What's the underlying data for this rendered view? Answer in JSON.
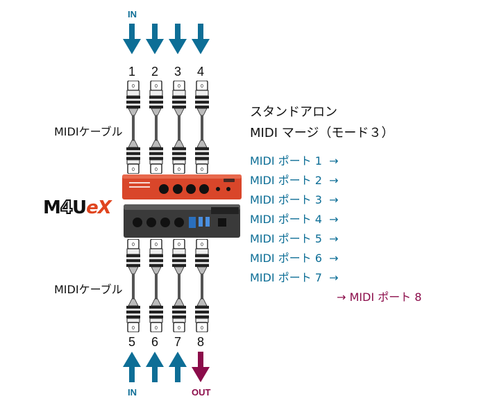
{
  "labels": {
    "in_top": "IN",
    "in_bottom": "IN",
    "out_bottom": "OUT"
  },
  "top_ports": [
    "1",
    "2",
    "3",
    "4"
  ],
  "bottom_ports": [
    "5",
    "6",
    "7",
    "8"
  ],
  "cable_labels": {
    "top": "MIDIケーブル",
    "bottom": "MIDIケーブル"
  },
  "device": {
    "logo_m": "M",
    "logo_4": "4",
    "logo_u": "U",
    "logo_ex": "eX"
  },
  "title": {
    "line1": "スタンドアロン",
    "line2": "MIDI マージ（モード３）"
  },
  "port_list": [
    "MIDI ポート 1  →",
    "MIDI ポート 2  →",
    "MIDI ポート 3  →",
    "MIDI ポート 4  →",
    "MIDI ポート 5  →",
    "MIDI ポート 6  →",
    "MIDI ポート 7  →"
  ],
  "output_line": "→ MIDI ポート 8",
  "colors": {
    "in_arrow": "#0d6e96",
    "out_arrow": "#8b0c4a",
    "device_red": "#d9462a",
    "device_dark": "#3a3a3a"
  }
}
